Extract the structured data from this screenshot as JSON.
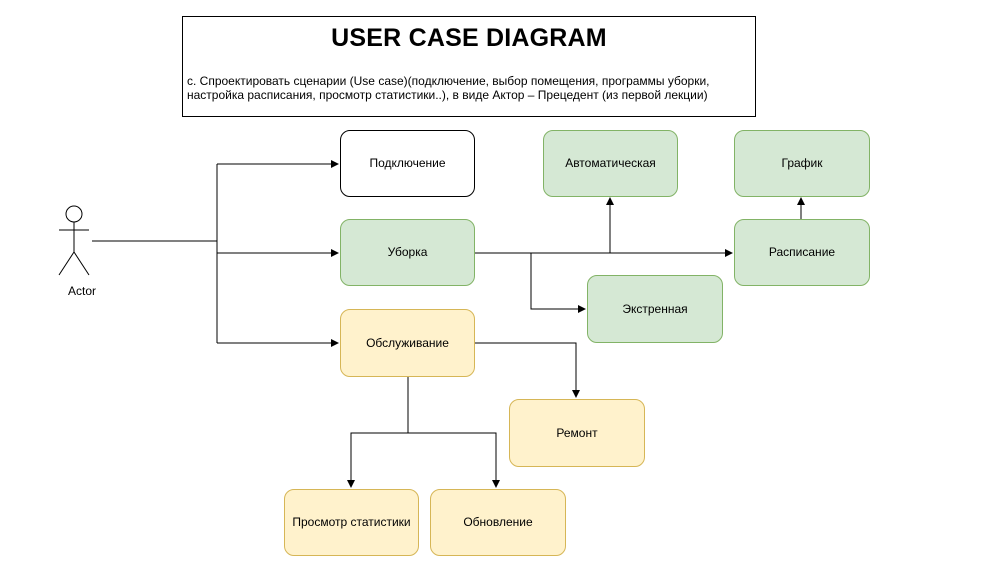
{
  "diagram": {
    "title": "USER CASE DIAGRAM",
    "description": "с. Спроектировать сценарии (Use case)(подключение, выбор помещения, программы уборки, настройка расписания, просмотр статистики..), в виде Актор – Прецедент (из первой лекции)",
    "actor": "Actor",
    "nodes": {
      "connect": "Подключение",
      "cleaning": "Уборка",
      "service": "Обслуживание",
      "auto": "Автоматическая",
      "emergency": "Экстренная",
      "schedule": "Расписание",
      "graph": "График",
      "repair": "Ремонт",
      "stats": "Просмотр статистики",
      "update": "Обновление"
    },
    "colors": {
      "white_fill": "#ffffff",
      "green_fill": "#d5e8d4",
      "green_stroke": "#82b366",
      "yellow_fill": "#fff2cc",
      "yellow_stroke": "#d6b656"
    }
  }
}
